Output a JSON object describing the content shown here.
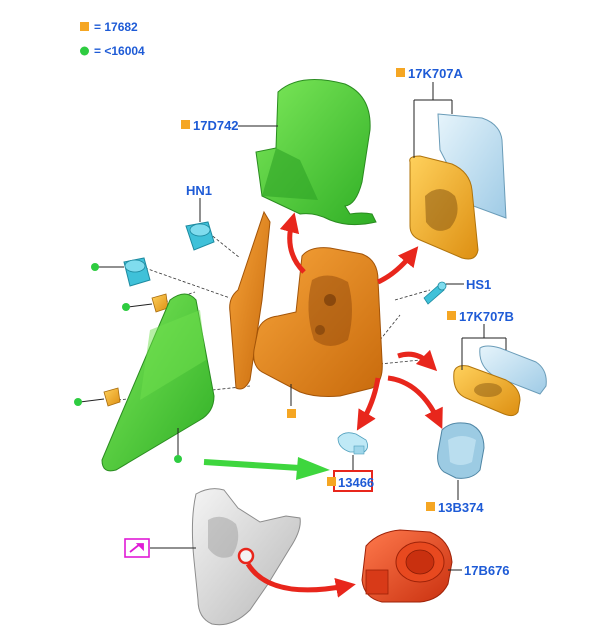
{
  "legend": {
    "square": {
      "color": "#f5a623",
      "text": "= 17682"
    },
    "dot": {
      "color": "#2ecc40",
      "text": "= <16004"
    }
  },
  "callouts": {
    "mirror_cover": "17D742",
    "glass_upper": "17K707A",
    "bulb_holder_top": "HN1",
    "screw": "HS1",
    "glass_lower": "17K707B",
    "bulb": "13466",
    "lamp_lens": "13B374",
    "motor": "17B676"
  },
  "colors": {
    "label_blue": "#1e5bd6",
    "part_green": "#4cd137",
    "part_orange": "#e8891a",
    "part_yellow": "#f0a81e",
    "part_cyan": "#3fc1d9",
    "part_glass": "#bfe0f2",
    "part_gray": "#d7d7d7",
    "part_red": "#e8491f",
    "arrow_red": "#e8261c",
    "arrow_green": "#3ed63e",
    "highlight_red": "#e8261c",
    "tool_magenta": "#e01ad6"
  },
  "icons": [
    "wrench-tool-icon"
  ]
}
